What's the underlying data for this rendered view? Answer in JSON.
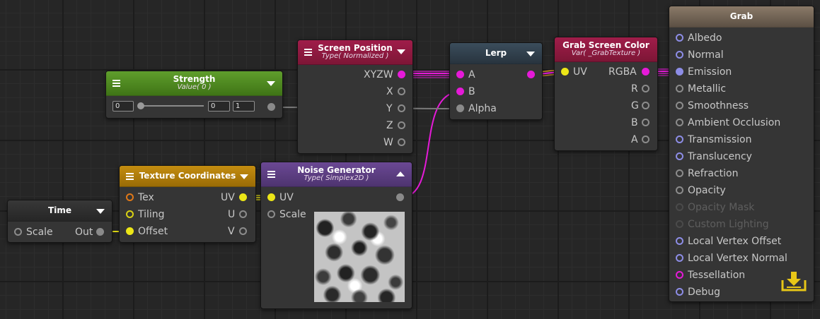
{
  "colors": {
    "canvas": "#262626",
    "node_body": "#353535",
    "strength_header": "#4f8a22",
    "screen_position_header": "#8c1a3e",
    "lerp_header": "#2e3d4a",
    "grab_screen_color_header": "#8c1a3e",
    "grab_header": "#6e6152",
    "texture_coordinates_header": "#b07d0a",
    "noise_generator_header": "#5c3d80",
    "time_header": "#2f2f2f",
    "wire_magenta": "#e51ad8",
    "wire_yellow": "#ece617",
    "wire_gray": "#7a7a7a",
    "accent_download": "#e8c717"
  },
  "nodes": {
    "strength": {
      "title": "Strength",
      "subtitle": "Value( 0 )",
      "min_value": "0",
      "current_value": "0",
      "max_value": "1",
      "slider_fraction": 0.0
    },
    "screen_position": {
      "title": "Screen Position",
      "subtitle": "Type( Normalized )",
      "outputs": [
        "XYZW",
        "X",
        "Y",
        "Z",
        "W"
      ]
    },
    "lerp": {
      "title": "Lerp",
      "inputs": [
        "A",
        "B",
        "Alpha"
      ]
    },
    "grab_screen_color": {
      "title": "Grab Screen Color",
      "subtitle": "Var( _GrabTexture )",
      "input": "UV",
      "outputs": [
        "RGBA",
        "R",
        "G",
        "B",
        "A"
      ]
    },
    "grab": {
      "title": "Grab",
      "inputs": [
        {
          "label": "Albedo",
          "style": "ring-blue"
        },
        {
          "label": "Normal",
          "style": "ring-blue"
        },
        {
          "label": "Emission",
          "style": "blue"
        },
        {
          "label": "Metallic",
          "style": "ring"
        },
        {
          "label": "Smoothness",
          "style": "ring"
        },
        {
          "label": "Ambient Occlusion",
          "style": "ring"
        },
        {
          "label": "Transmission",
          "style": "ring-blue"
        },
        {
          "label": "Translucency",
          "style": "ring-blue"
        },
        {
          "label": "Refraction",
          "style": "ring"
        },
        {
          "label": "Opacity",
          "style": "ring"
        },
        {
          "label": "Opacity Mask",
          "style": "ring-dim"
        },
        {
          "label": "Custom Lighting",
          "style": "ring-dim"
        },
        {
          "label": "Local Vertex Offset",
          "style": "ring-blue"
        },
        {
          "label": "Local Vertex Normal",
          "style": "ring-blue"
        },
        {
          "label": "Tessellation",
          "style": "ring-magenta"
        },
        {
          "label": "Debug",
          "style": "ring-blue"
        }
      ],
      "icon": "download-icon"
    },
    "texture_coordinates": {
      "title": "Texture Coordinates",
      "inputs": [
        "Tex",
        "Tiling",
        "Offset"
      ],
      "outputs": [
        "UV",
        "U",
        "V"
      ]
    },
    "noise_generator": {
      "title": "Noise Generator",
      "subtitle": "Type( Simplex2D )",
      "inputs": [
        "UV",
        "Scale"
      ]
    },
    "time": {
      "title": "Time",
      "input": "Scale",
      "output": "Out"
    }
  }
}
